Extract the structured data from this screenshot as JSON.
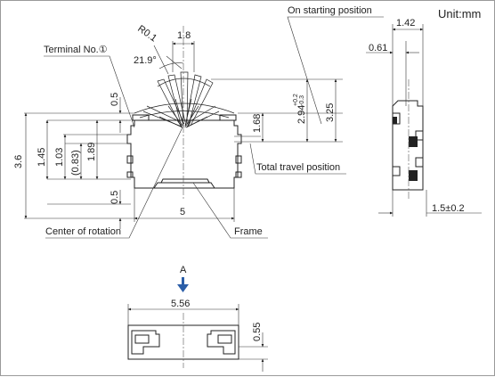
{
  "units": "Unit:mm",
  "labels": {
    "on_starting_position": "On starting position",
    "terminal_no": "Terminal No.①",
    "total_travel_position": "Total travel position",
    "center_of_rotation": "Center of rotation",
    "frame": "Frame",
    "view_a": "A"
  },
  "dimensions": {
    "top_width": "1.8",
    "radius": "R0.1",
    "angle": "21.9°",
    "height_36": "3.6",
    "offset_05_top": "0.5",
    "offset_05_bottom": "0.5",
    "d_145": "1.45",
    "d_103": "1.03",
    "d_083": "(0.83)",
    "d_189": "1.89",
    "d_168": "1.68",
    "d_294": "2.94",
    "d_294_tol_upper": "+0.2",
    "d_294_tol_lower": "-0.3",
    "d_325": "3.25",
    "width_5": "5",
    "side_142": "1.42",
    "side_061": "0.61",
    "side_15": "1.5±0.2",
    "bottom_556": "5.56",
    "bottom_055": "0.55"
  }
}
